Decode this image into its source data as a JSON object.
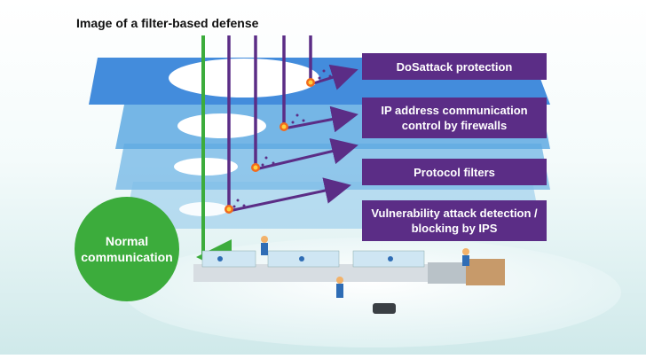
{
  "title": "Image of a filter-based defense",
  "layers": [
    {
      "label": "DoSattack protection"
    },
    {
      "label": "IP address communication control by firewalls"
    },
    {
      "label": "Protocol filters"
    },
    {
      "label": "Vulnerability attack detection / blocking by IPS"
    }
  ],
  "normal_communication": "Normal communication",
  "colors": {
    "attack": "#5b2d86",
    "normal": "#3cac3c",
    "layer_top": "#2f7fd8",
    "layer_bottom": "#9ccbe8"
  }
}
